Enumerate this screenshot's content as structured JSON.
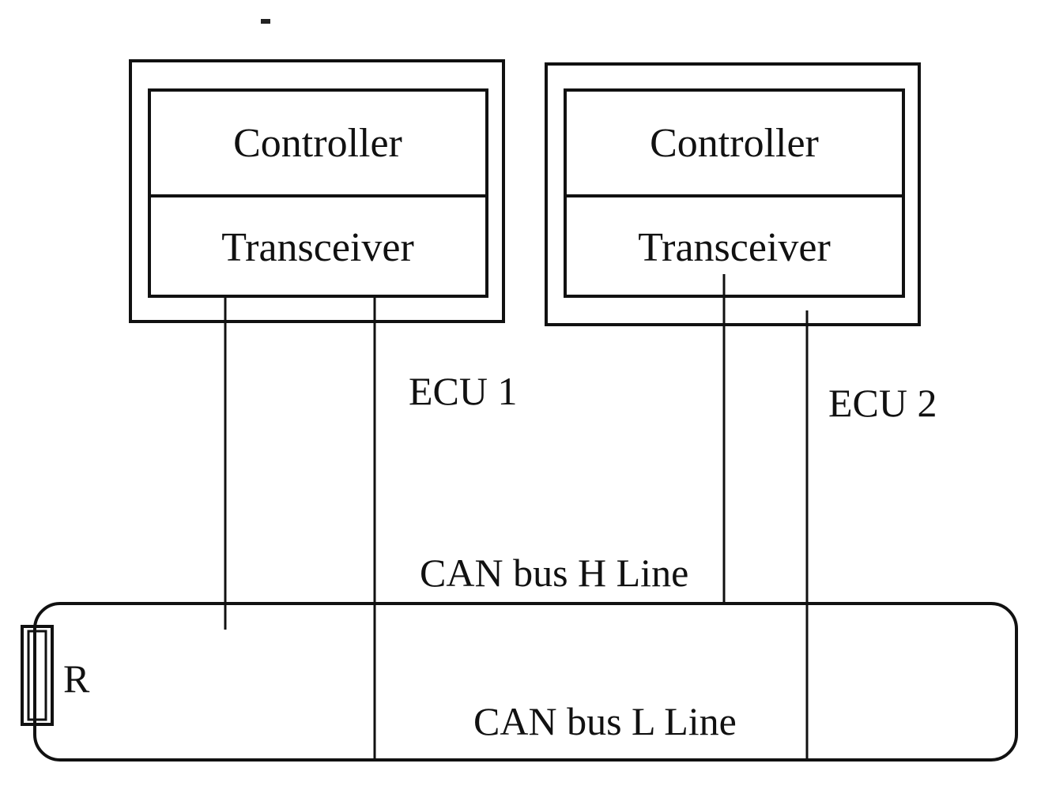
{
  "diagram": {
    "ecu1": {
      "controller_label": "Controller",
      "transceiver_label": "Transceiver",
      "name": "ECU 1"
    },
    "ecu2": {
      "controller_label": "Controller",
      "transceiver_label": "Transceiver",
      "name": "ECU 2"
    },
    "bus": {
      "h_line_label": "CAN bus H Line",
      "l_line_label": "CAN bus L Line"
    },
    "resistor": {
      "label": "R"
    }
  }
}
